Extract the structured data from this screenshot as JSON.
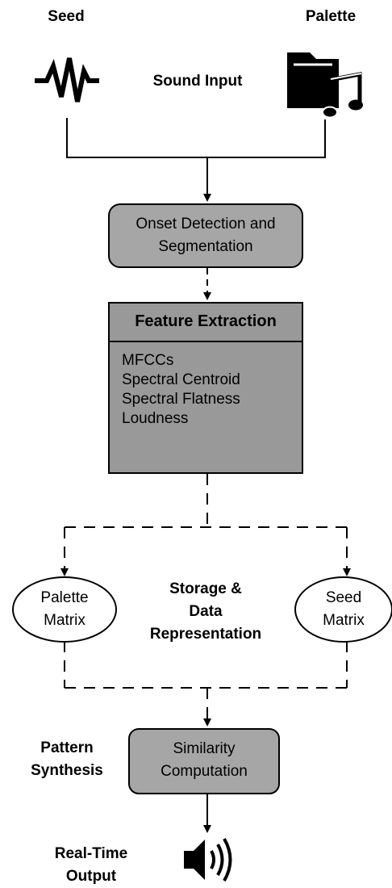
{
  "inputs": {
    "seed_label": "Seed",
    "palette_label": "Palette",
    "sound_input_label": "Sound Input"
  },
  "onset": {
    "line1": "Onset Detection and",
    "line2": "Segmentation"
  },
  "feature": {
    "title": "Feature Extraction",
    "items": [
      "MFCCs",
      "Spectral Centroid",
      "Spectral Flatness",
      "Loudness"
    ]
  },
  "storage": {
    "label_line1": "Storage &",
    "label_line2": "Data",
    "label_line3": "Representation",
    "palette_matrix_line1": "Palette",
    "palette_matrix_line2": "Matrix",
    "seed_matrix_line1": "Seed",
    "seed_matrix_line2": "Matrix"
  },
  "synthesis": {
    "label_line1": "Pattern",
    "label_line2": "Synthesis",
    "box_line1": "Similarity",
    "box_line2": "Computation"
  },
  "output": {
    "label_line1": "Real-Time",
    "label_line2": "Output"
  },
  "colors": {
    "box_fill": "#a6a6a6",
    "feature_fill": "#999999",
    "stroke": "#000000"
  },
  "icons": {
    "seed": "waveform-icon",
    "palette": "music-folder-icon",
    "output": "speaker-icon"
  }
}
